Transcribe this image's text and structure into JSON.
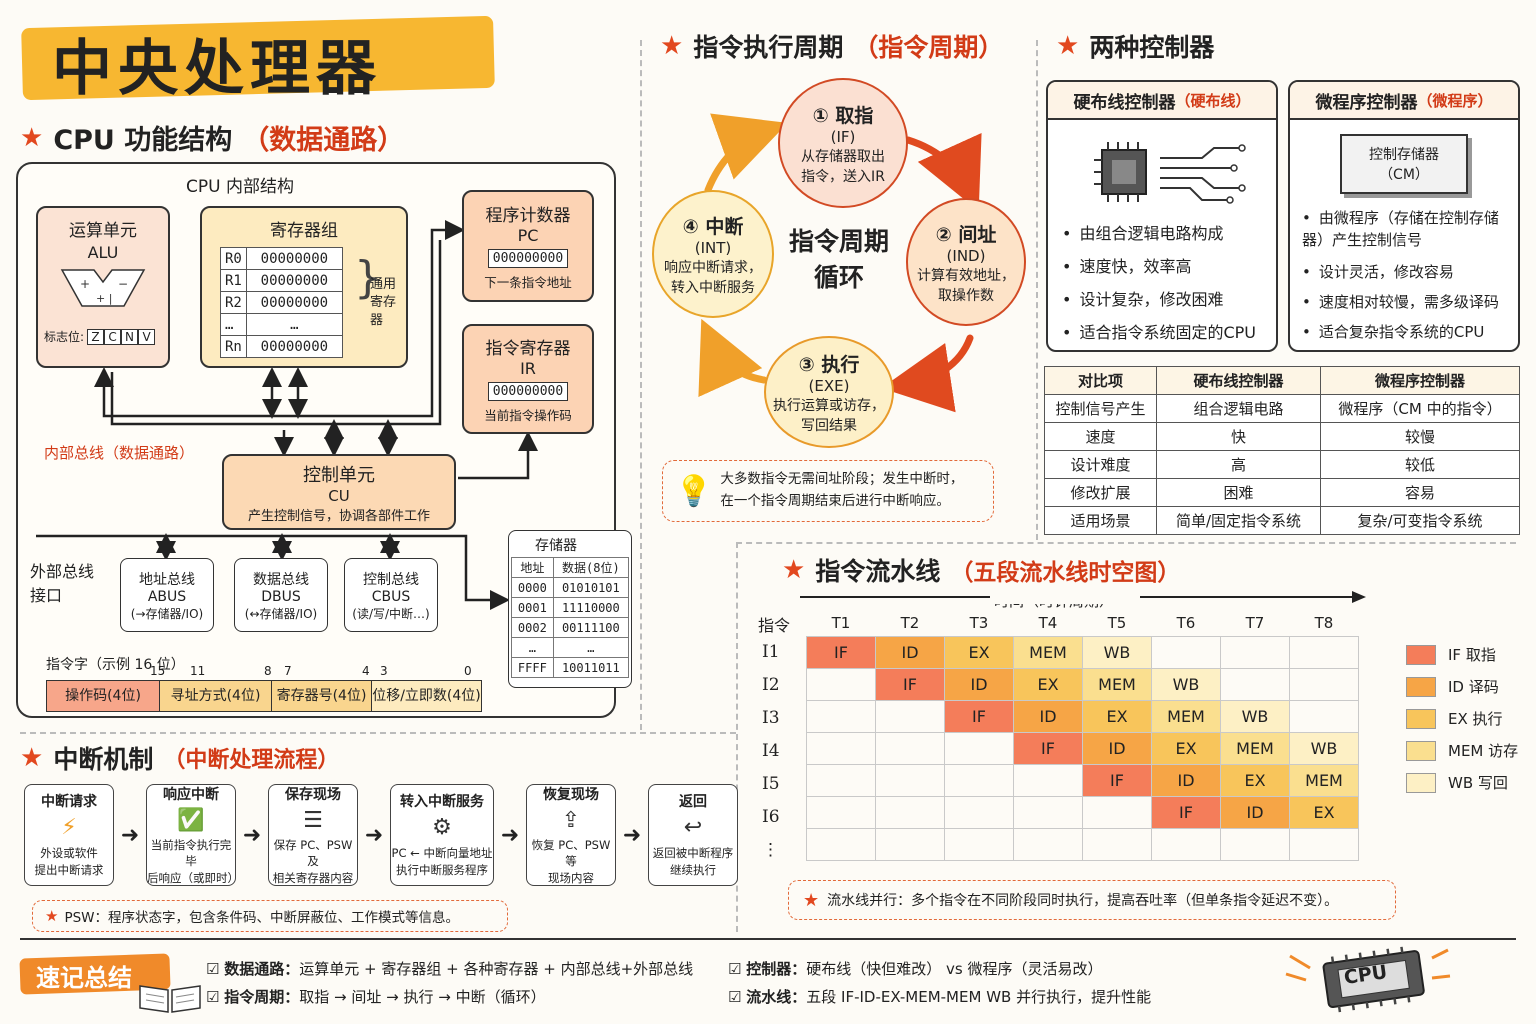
{
  "main_title": "中央处理器",
  "cpu_section": {
    "title": "CPU 功能结构",
    "subtitle": "（数据通路）",
    "inner_label": "CPU 内部结构",
    "alu": {
      "title": "运算单元",
      "name": "ALU",
      "flags_label": "标志位:",
      "flags": [
        "Z",
        "C",
        "N",
        "V"
      ]
    },
    "regs": {
      "title": "寄存器组",
      "rows": [
        [
          "R0",
          "00000000"
        ],
        [
          "R1",
          "00000000"
        ],
        [
          "R2",
          "00000000"
        ],
        [
          "…",
          "…"
        ],
        [
          "Rn",
          "00000000"
        ]
      ],
      "side_label": "通用寄存器"
    },
    "pc": {
      "title": "程序计数器",
      "name": "PC",
      "value": "000000000",
      "desc": "下一条指令地址"
    },
    "ir": {
      "title": "指令寄存器",
      "name": "IR",
      "value": "000000000",
      "desc": "当前指令操作码"
    },
    "bus_label": "内部总线（数据通路）",
    "cu": {
      "title": "控制单元",
      "name": "CU",
      "desc": "产生控制信号，协调各部件工作"
    },
    "ext_label": "外部总线接口",
    "ext_buses": [
      {
        "title": "地址总线",
        "name": "ABUS",
        "desc": "(→存储器/IO)"
      },
      {
        "title": "数据总线",
        "name": "DBUS",
        "desc": "(↔存储器/IO)"
      },
      {
        "title": "控制总线",
        "name": "CBUS",
        "desc": "(读/写/中断…)"
      }
    ],
    "memory": {
      "title": "存储器",
      "headers": [
        "地址",
        "数据(8位)"
      ],
      "rows": [
        [
          "0000",
          "01010101"
        ],
        [
          "0001",
          "11110000"
        ],
        [
          "0002",
          "00111100"
        ],
        [
          "…",
          "…"
        ],
        [
          "FFFF",
          "10011011"
        ]
      ]
    },
    "instr_word": {
      "label": "指令字（示例 16 位）",
      "bits": [
        "15",
        "11",
        "8",
        "7",
        "4",
        "3",
        "0"
      ],
      "fields": [
        "操作码(4位)",
        "寻址方式(4位)",
        "寄存器号(4位)",
        "位移/立即数(4位)"
      ]
    }
  },
  "cycle_section": {
    "title": "指令执行周期",
    "subtitle": "（指令周期）",
    "center": [
      "指令周期",
      "循环"
    ],
    "stages": [
      {
        "num": "① 取指",
        "code": "(IF)",
        "desc": [
          "从存储器取出",
          "指令，送入IR"
        ]
      },
      {
        "num": "② 间址",
        "code": "(IND)",
        "desc": [
          "计算有效地址，",
          "取操作数"
        ]
      },
      {
        "num": "③ 执行",
        "code": "(EXE)",
        "desc": [
          "执行运算或访存，",
          "写回结果"
        ]
      },
      {
        "num": "④ 中断",
        "code": "(INT)",
        "desc": [
          "响应中断请求，",
          "转入中断服务"
        ]
      }
    ],
    "note": [
      "大多数指令无需间址阶段；发生中断时，",
      "在一个指令周期结束后进行中断响应。"
    ]
  },
  "controllers_section": {
    "title": "两种控制器",
    "hardwired": {
      "title": "硬布线控制器",
      "tag": "（硬布线）",
      "bullets": [
        "由组合逻辑电路构成",
        "速度快，效率高",
        "设计复杂，修改困难",
        "适合指令系统固定的CPU"
      ]
    },
    "micro": {
      "title": "微程序控制器",
      "tag": "（微程序）",
      "store_label": [
        "控制存储器",
        "（CM）"
      ],
      "bullets": [
        "由微程序（存储在控制存储器）产生控制信号",
        "设计灵活，修改容易",
        "速度相对较慢，需多级译码",
        "适合复杂指令系统的CPU"
      ]
    },
    "compare": {
      "headers": [
        "对比项",
        "硬布线控制器",
        "微程序控制器"
      ],
      "rows": [
        [
          "控制信号产生",
          "组合逻辑电路",
          "微程序（CM 中的指令）"
        ],
        [
          "速度",
          "快",
          "较慢"
        ],
        [
          "设计难度",
          "高",
          "较低"
        ],
        [
          "修改扩展",
          "困难",
          "容易"
        ],
        [
          "适用场景",
          "简单/固定指令系统",
          "复杂/可变指令系统"
        ]
      ]
    }
  },
  "pipeline_section": {
    "title": "指令流水线",
    "subtitle": "（五段流水线时空图）",
    "time_label": "时间（时钟周期）",
    "row_header": "指令",
    "times": [
      "T1",
      "T2",
      "T3",
      "T4",
      "T5",
      "T6",
      "T7",
      "T8"
    ],
    "rows": [
      "I1",
      "I2",
      "I3",
      "I4",
      "I5",
      "I6",
      "⋮"
    ],
    "stages": [
      "IF",
      "ID",
      "EX",
      "MEM",
      "WB"
    ],
    "legend": [
      "IF 取指",
      "ID 译码",
      "EX 执行",
      "MEM 访存",
      "WB 写回"
    ],
    "note": "流水线并行：多个指令在不同阶段同时执行，提高吞吐率（但单条指令延迟不变）。"
  },
  "interrupt_section": {
    "title": "中断机制",
    "subtitle": "（中断处理流程）",
    "steps": [
      {
        "title": "中断请求",
        "icon": "lightning-icon",
        "desc": [
          "外设或软件",
          "提出中断请求"
        ]
      },
      {
        "title": "响应中断",
        "icon": "check-circle-icon",
        "desc": [
          "当前指令执行完毕",
          "后响应（或即时）"
        ]
      },
      {
        "title": "保存现场",
        "icon": "stack-icon",
        "desc": [
          "保存 PC、PSW 及",
          "相关寄存器内容"
        ]
      },
      {
        "title": "转入中断服务",
        "icon": "gear-icon",
        "desc": [
          "PC ← 中断向量地址",
          "执行中断服务程序"
        ]
      },
      {
        "title": "恢复现场",
        "icon": "upload-icon",
        "desc": [
          "恢复 PC、PSW 等",
          "现场内容"
        ]
      },
      {
        "title": "返回",
        "icon": "return-icon",
        "desc": [
          "返回被中断程序",
          "继续执行"
        ]
      }
    ],
    "note": "PSW：程序状态字，包含条件码、中断屏蔽位、工作模式等信息。"
  },
  "summary": {
    "label": "速记总结",
    "items": [
      {
        "key": "数据通路：",
        "text": "运算单元 + 寄存器组 + 各种寄存器 + 内部总线+外部总线"
      },
      {
        "key": "控制器：",
        "text": "硬布线（快但难改） vs 微程序（灵活易改）"
      },
      {
        "key": "指令周期：",
        "text": "取指 → 间址 → 执行 → 中断（循环）"
      },
      {
        "key": "流水线：",
        "text": "五段 IF-ID-EX-MEM-MEM WB 并行执行，提升性能"
      }
    ],
    "chip_label": "CPU"
  }
}
